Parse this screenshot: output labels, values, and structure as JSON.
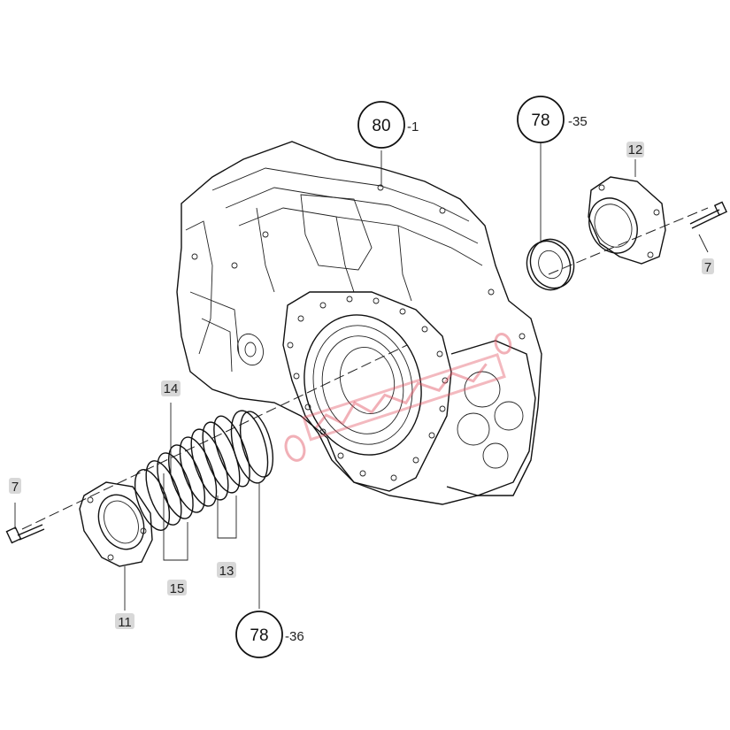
{
  "callouts": {
    "ref_top": {
      "number": "80",
      "suffix": "-1"
    },
    "ref_seal_top": {
      "number": "78",
      "suffix": "-35"
    },
    "ref_seal_bottom": {
      "number": "78",
      "suffix": "-36"
    }
  },
  "part_labels": {
    "p12": "12",
    "p7_right": "7",
    "p7_left": "7",
    "p14": "14",
    "p13": "13",
    "p15": "15",
    "p11": "11"
  },
  "colors": {
    "line": "#111111",
    "label_badge": "#d8d8d8",
    "watermark": "#e05060"
  }
}
